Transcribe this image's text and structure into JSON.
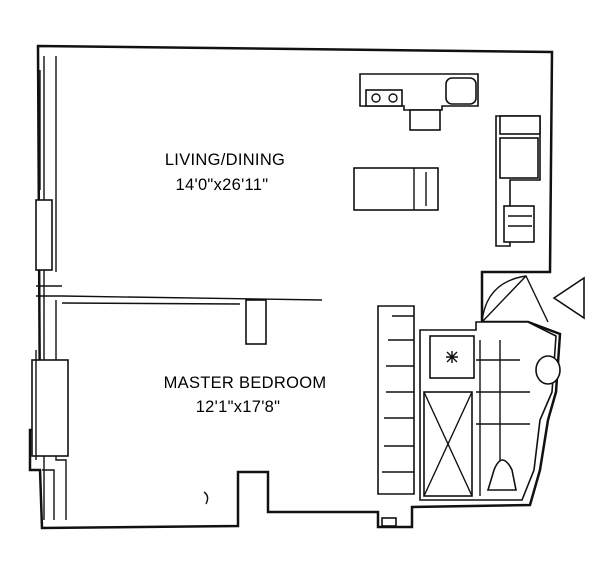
{
  "rooms": {
    "living": {
      "name": "LIVING/DINING",
      "size": "14'0\"x26'11\""
    },
    "bedroom": {
      "name": "MASTER BEDROOM",
      "size": "12'1\"x17'8\""
    }
  },
  "colors": {
    "line": "#111111",
    "paper": "#ffffff"
  },
  "icons": {
    "compass": "north-arrow-icon"
  }
}
